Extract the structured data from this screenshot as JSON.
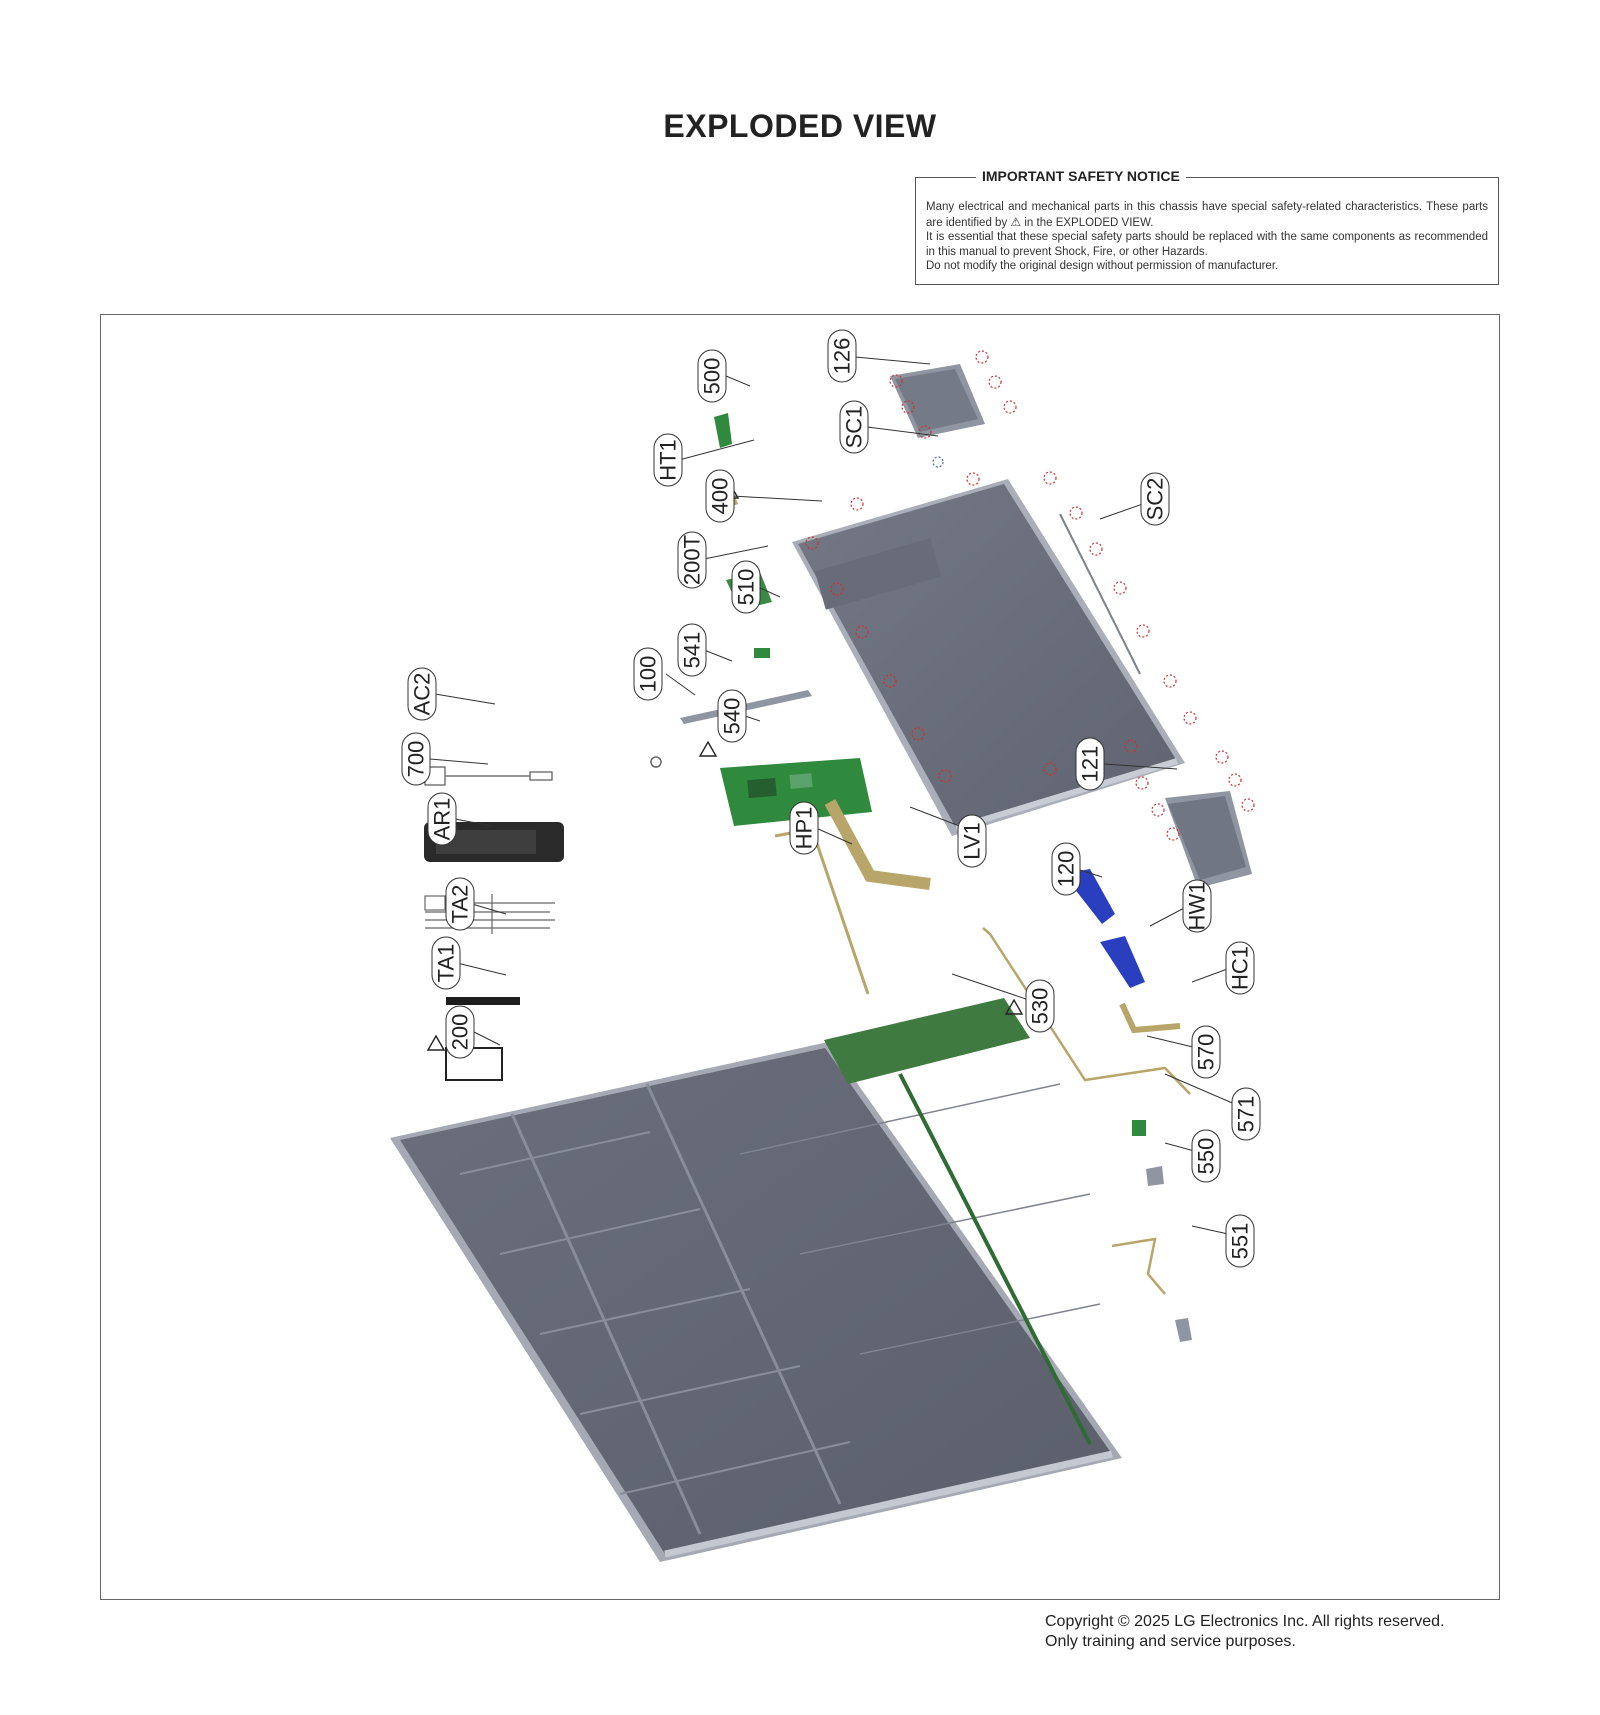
{
  "page": {
    "title": "EXPLODED VIEW"
  },
  "safety_notice": {
    "title": "IMPORTANT SAFETY NOTICE",
    "line1": "Many electrical and mechanical parts in this chassis have special safety-related characteristics. These parts are identified by",
    "warning_symbol": "⚠",
    "line1_end": "in the EXPLODED VIEW.",
    "line2": "It is essential that these special safety parts should be replaced with the same components as recommended in this manual to prevent Shock, Fire, or other Hazards.",
    "line3": "Do not modify the original design without permission of manufacturer."
  },
  "callouts": {
    "c126": "126",
    "c500": "500",
    "cSC1": "SC1",
    "cHT1": "HT1",
    "c400": "400",
    "cSC2": "SC2",
    "c200T": "200T",
    "c510": "510",
    "c541": "541",
    "c100": "100",
    "cAC2": "AC2",
    "c540": "540",
    "c700": "700",
    "c121": "121",
    "cAR1": "AR1",
    "cHP1": "HP1",
    "cLV1": "LV1",
    "c120": "120",
    "cHW1": "HW1",
    "cTA2": "TA2",
    "cHC1": "HC1",
    "cTA1": "TA1",
    "c530": "530",
    "c200": "200",
    "c570": "570",
    "c571": "571",
    "c550": "550",
    "c551": "551"
  },
  "colors": {
    "chassis_gray": "#6e737f",
    "chassis_edge": "#9aa0ab",
    "pcb_green": "#2f8a3e",
    "pcb_dark_green": "#3f7a40",
    "cable_gold": "#b8a56a",
    "bracket_blue": "#2a3fbf",
    "screw_red": "#d23030"
  },
  "footer": {
    "copyright_line1": "Copyright © 2025 LG Electronics Inc. All rights reserved.",
    "copyright_line2": "Only training and service purposes."
  }
}
